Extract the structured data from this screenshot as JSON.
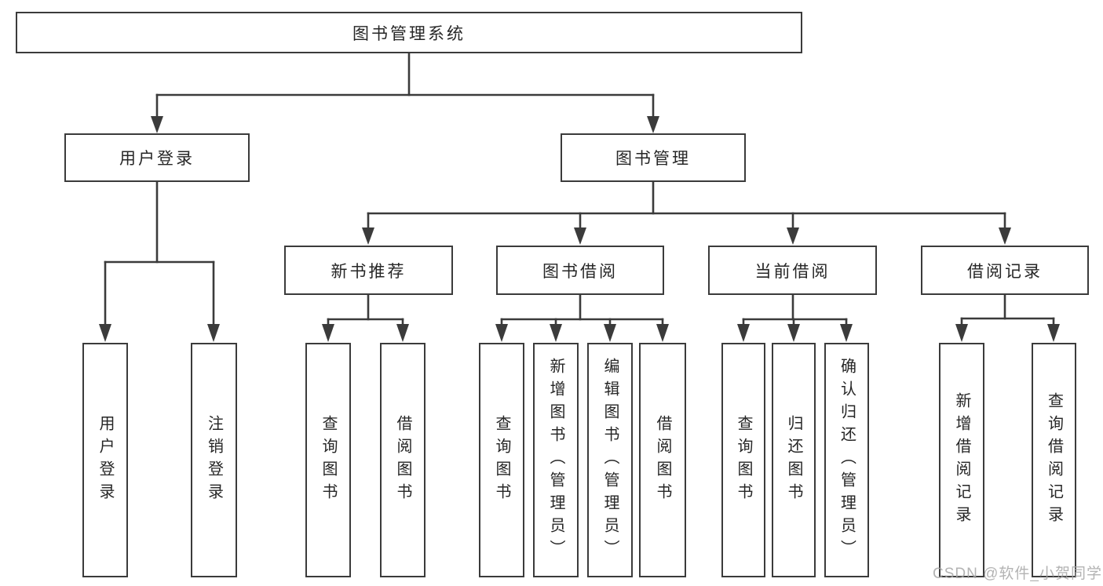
{
  "diagram_title": "图书管理系统",
  "tree": {
    "label": "图书管理系统",
    "children": [
      {
        "label": "用户登录",
        "children": [
          {
            "label": "用户登录"
          },
          {
            "label": "注销登录"
          }
        ]
      },
      {
        "label": "图书管理",
        "children": [
          {
            "label": "新书推荐",
            "children": [
              {
                "label": "查询图书"
              },
              {
                "label": "借阅图书"
              }
            ]
          },
          {
            "label": "图书借阅",
            "children": [
              {
                "label": "查询图书"
              },
              {
                "label": "新增图书（管理员）"
              },
              {
                "label": "编辑图书（管理员）"
              },
              {
                "label": "借阅图书"
              }
            ]
          },
          {
            "label": "当前借阅",
            "children": [
              {
                "label": "查询图书"
              },
              {
                "label": "归还图书"
              },
              {
                "label": "确认归还（管理员）"
              }
            ]
          },
          {
            "label": "借阅记录",
            "children": [
              {
                "label": "新增借阅记录"
              },
              {
                "label": "查询借阅记录"
              }
            ]
          }
        ]
      }
    ]
  },
  "watermark": {
    "text": "CSDN @软件_小贺同学"
  },
  "colors": {
    "line": "#3b3b3b",
    "text": "#262626",
    "background": "#ffffff",
    "watermark": "#a6a6a6"
  }
}
